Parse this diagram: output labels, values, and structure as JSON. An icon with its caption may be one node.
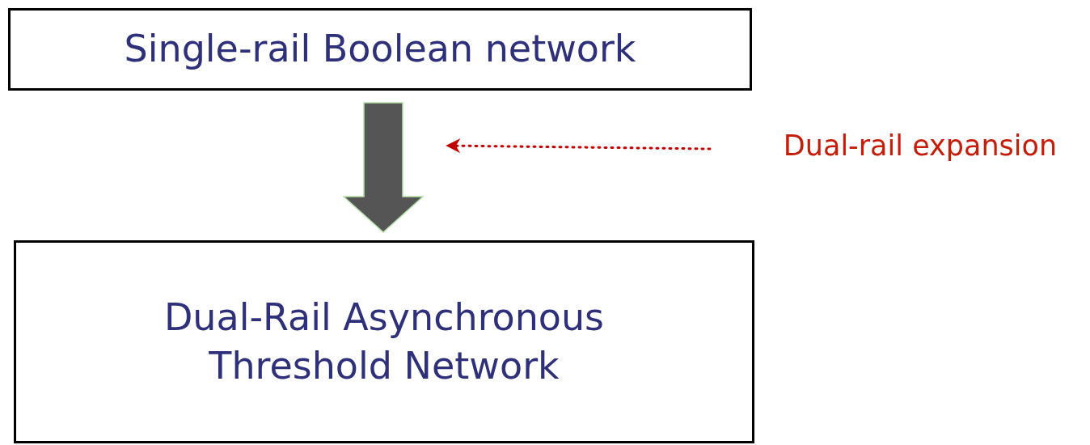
{
  "diagram": {
    "nodes": [
      {
        "text": [
          "Single-rail Boolean network"
        ]
      },
      {
        "text": [
          "Dual-Rail Asynchronous Threshold Network"
        ]
      },
      {
        "text": [
          "Dual-rail expansion"
        ]
      }
    ],
    "edges": [
      {
        "from": 0,
        "to": 1,
        "arrow": "to",
        "style": "thick",
        "color": "#555555"
      },
      {
        "from": 2,
        "to": null,
        "arrow": "to",
        "style": "dashed",
        "color": "#c00000"
      }
    ]
  }
}
